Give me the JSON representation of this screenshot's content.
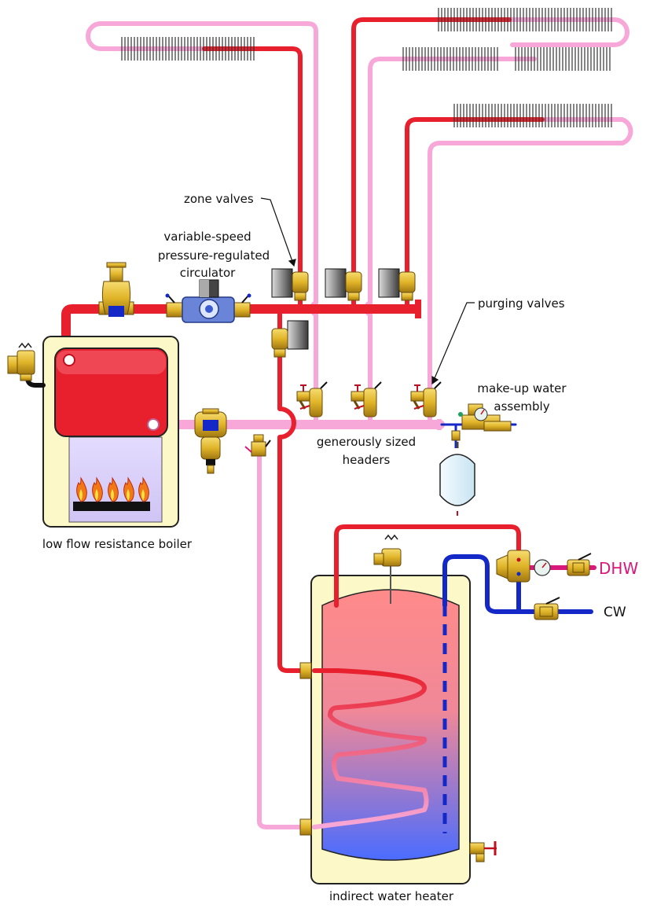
{
  "labels": {
    "zone_valves": "zone valves",
    "circulator_line1": "variable-speed",
    "circulator_line2": "pressure-regulated",
    "circulator_line3": "circulator",
    "purging_valves": "purging valves",
    "makeup_line1": "make-up water",
    "makeup_line2": "assembly",
    "headers_line1": "generously sized",
    "headers_line2": "headers",
    "boiler": "low flow resistance boiler",
    "water_heater": "indirect water heater",
    "dhw": "DHW",
    "cw": "CW"
  },
  "colors": {
    "supply": "#e8202e",
    "return": "#f7a8d8",
    "cold": "#1428c8",
    "dhw": "#d8187a",
    "brass": "#e0b428",
    "boiler_jacket": "#fdf8c8"
  },
  "icons": [
    "air-vent-icon",
    "circulator-pump-icon",
    "zone-valve-icon",
    "purge-valve-icon",
    "relief-valve-icon",
    "expansion-tank-icon",
    "burner-flame-icon",
    "mixing-valve-icon",
    "ball-valve-icon",
    "drain-valve-icon"
  ]
}
